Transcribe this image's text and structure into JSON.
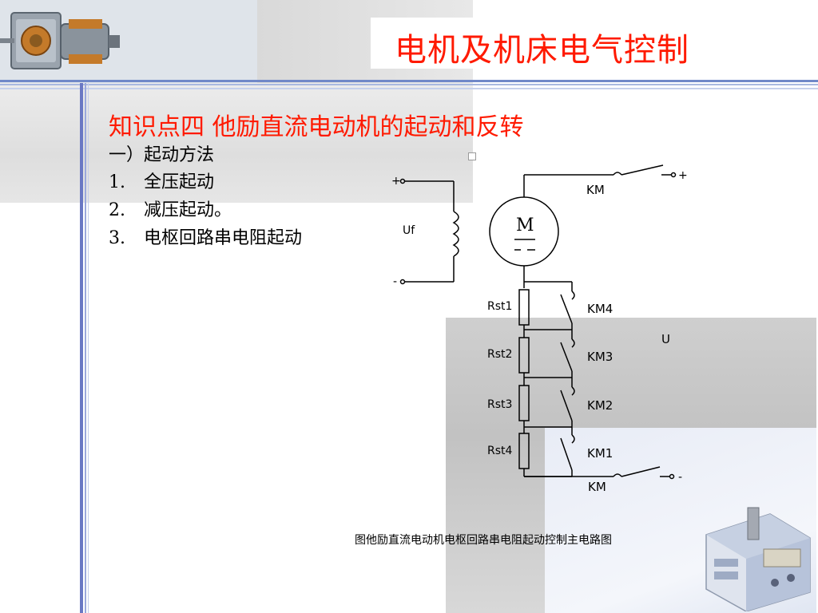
{
  "header": {
    "title": "电机及机床电气控制"
  },
  "content": {
    "section_title": "知识点四 他励直流电动机的起动和反转",
    "subsection": "一）起动方法",
    "items": [
      {
        "num": "1.",
        "text": "全压起动"
      },
      {
        "num": "2.",
        "text": "减压起动。"
      },
      {
        "num": "3.",
        "text": "电枢回路串电阻起动"
      }
    ]
  },
  "diagram": {
    "plus_left": "+",
    "minus_left": "-",
    "field_label": "Uf",
    "motor_label": "M",
    "km_top": "KM",
    "plus_right": "+",
    "resistors": [
      "Rst1",
      "Rst2",
      "Rst3",
      "Rst4"
    ],
    "contacts": [
      "KM4",
      "KM3",
      "KM2",
      "KM1"
    ],
    "supply_label": "U",
    "km_bottom": "KM",
    "minus_right": "-"
  },
  "caption": "图他励直流电动机电枢回路串电阻起动控制主电路图",
  "colors": {
    "title_red": "#ff1a00",
    "accent_blue": "#6a78c4"
  }
}
